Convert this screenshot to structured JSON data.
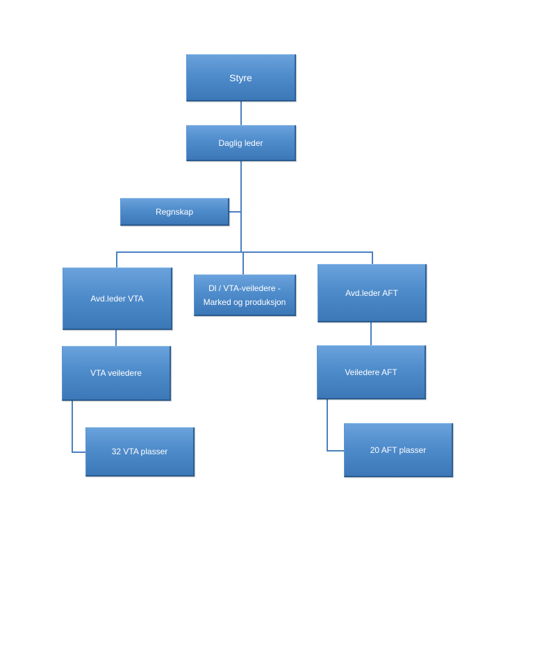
{
  "org_chart": {
    "board": "Styre",
    "managing_director": "Daglig leder",
    "accounting": "Regnskap",
    "dept_head_vta": "Avd.leder VTA",
    "dl_vta_advisors": "Dl / VTA-veiledere  -\nMarked og produksjon",
    "dept_head_aft": "Avd.leder AFT",
    "vta_advisors": "VTA  veiledere",
    "aft_advisors": "Veiledere AFT",
    "vta_places": "32 VTA plasser",
    "aft_places": "20 AFT plasser"
  },
  "colors": {
    "box_fill": "#4f8ccb",
    "connector": "#4a7fc0",
    "text": "#ffffff"
  }
}
